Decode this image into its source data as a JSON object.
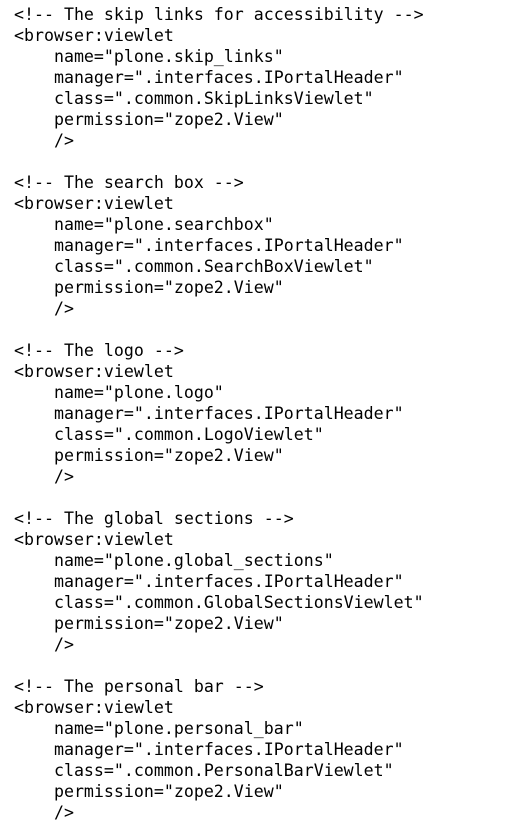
{
  "blocks": [
    {
      "comment": "<!-- The skip links for accessibility -->",
      "open": "<browser:viewlet",
      "name": "    name=\"plone.skip_links\"",
      "manager": "    manager=\".interfaces.IPortalHeader\"",
      "class": "    class=\".common.SkipLinksViewlet\"",
      "permission": "    permission=\"zope2.View\"",
      "close": "    />"
    },
    {
      "comment": "<!-- The search box -->",
      "open": "<browser:viewlet",
      "name": "    name=\"plone.searchbox\"",
      "manager": "    manager=\".interfaces.IPortalHeader\"",
      "class": "    class=\".common.SearchBoxViewlet\"",
      "permission": "    permission=\"zope2.View\"",
      "close": "    />"
    },
    {
      "comment": "<!-- The logo -->",
      "open": "<browser:viewlet",
      "name": "    name=\"plone.logo\"",
      "manager": "    manager=\".interfaces.IPortalHeader\"",
      "class": "    class=\".common.LogoViewlet\"",
      "permission": "    permission=\"zope2.View\"",
      "close": "    />"
    },
    {
      "comment": "<!-- The global sections -->",
      "open": "<browser:viewlet",
      "name": "    name=\"plone.global_sections\"",
      "manager": "    manager=\".interfaces.IPortalHeader\"",
      "class": "    class=\".common.GlobalSectionsViewlet\"",
      "permission": "    permission=\"zope2.View\"",
      "close": "    />"
    },
    {
      "comment": "<!-- The personal bar -->",
      "open": "<browser:viewlet",
      "name": "    name=\"plone.personal_bar\"",
      "manager": "    manager=\".interfaces.IPortalHeader\"",
      "class": "    class=\".common.PersonalBarViewlet\"",
      "permission": "    permission=\"zope2.View\"",
      "close": "    />"
    }
  ]
}
